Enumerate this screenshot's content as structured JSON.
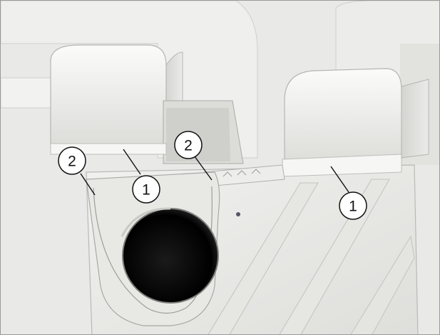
{
  "figure": {
    "callouts": [
      {
        "id": "c1",
        "label": "2"
      },
      {
        "id": "c2",
        "label": "1"
      },
      {
        "id": "c3",
        "label": "2"
      },
      {
        "id": "c4",
        "label": "1"
      }
    ]
  },
  "colors": {
    "background": "#e9e9e7",
    "duct_light": "#f4f4f2",
    "duct_shadow": "#c9c9c6",
    "opening": "#111111",
    "leader_line": "#111111"
  }
}
